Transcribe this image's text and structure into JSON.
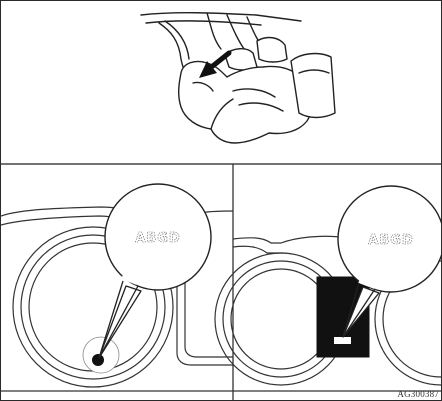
{
  "figure": {
    "code": "AG300387",
    "bubble_left_text": "ABGD",
    "bubble_right_text": "ABGD"
  },
  "panels": {
    "top": {
      "icon": "finger-pressing-button-icon"
    },
    "bottom_left": {
      "icon": "instrument-cluster-left-icon"
    },
    "bottom_right": {
      "icon": "instrument-cluster-right-icon"
    }
  }
}
